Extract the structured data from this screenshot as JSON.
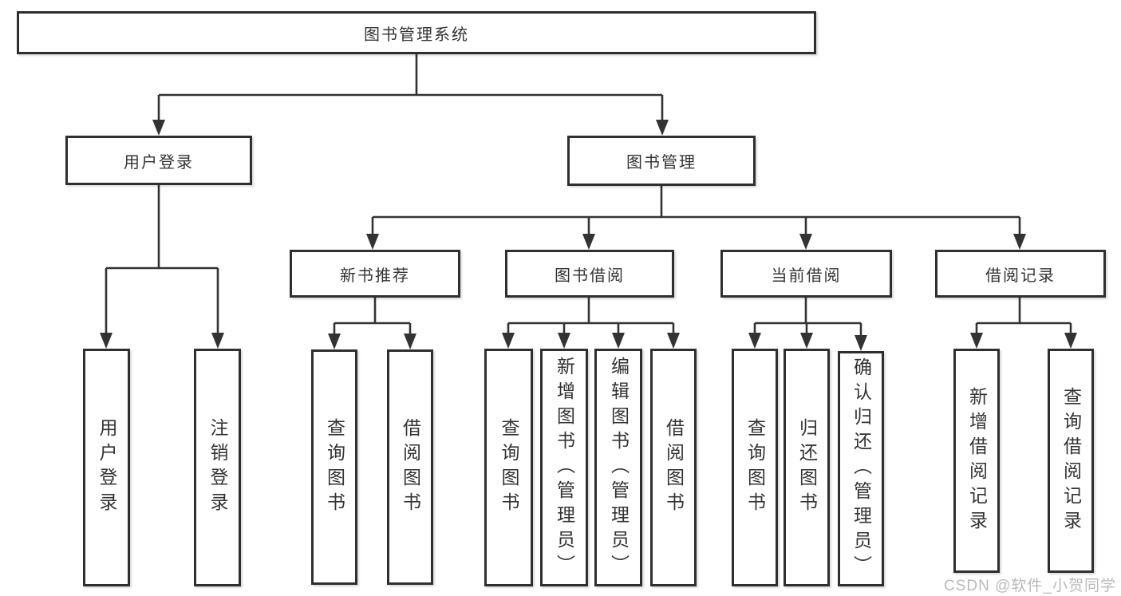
{
  "diagram_type": "hierarchy-tree",
  "colors": {
    "line": "#333333",
    "box_border": "#2f2f2f",
    "box_fill": "#ffffff",
    "text": "#333333",
    "watermark_text": "#b9b9b9",
    "background": "#ffffff"
  },
  "root": {
    "label": "图书管理系统"
  },
  "level2": [
    {
      "label": "用户登录"
    },
    {
      "label": "图书管理"
    }
  ],
  "level3": [
    {
      "label": "新书推荐"
    },
    {
      "label": "图书借阅"
    },
    {
      "label": "当前借阅"
    },
    {
      "label": "借阅记录"
    }
  ],
  "leaves": {
    "login": [
      "用户登录",
      "注销登录"
    ],
    "recommend": [
      "查询图书",
      "借阅图书"
    ],
    "borrow": [
      "查询图书",
      "新增图书（管理员）",
      "编辑图书（管理员）",
      "借阅图书"
    ],
    "current": [
      "查询图书",
      "归还图书",
      "确认归还（管理员）"
    ],
    "records": [
      "新增借阅记录",
      "查询借阅记录"
    ]
  },
  "watermark": "CSDN @软件_小贺同学"
}
